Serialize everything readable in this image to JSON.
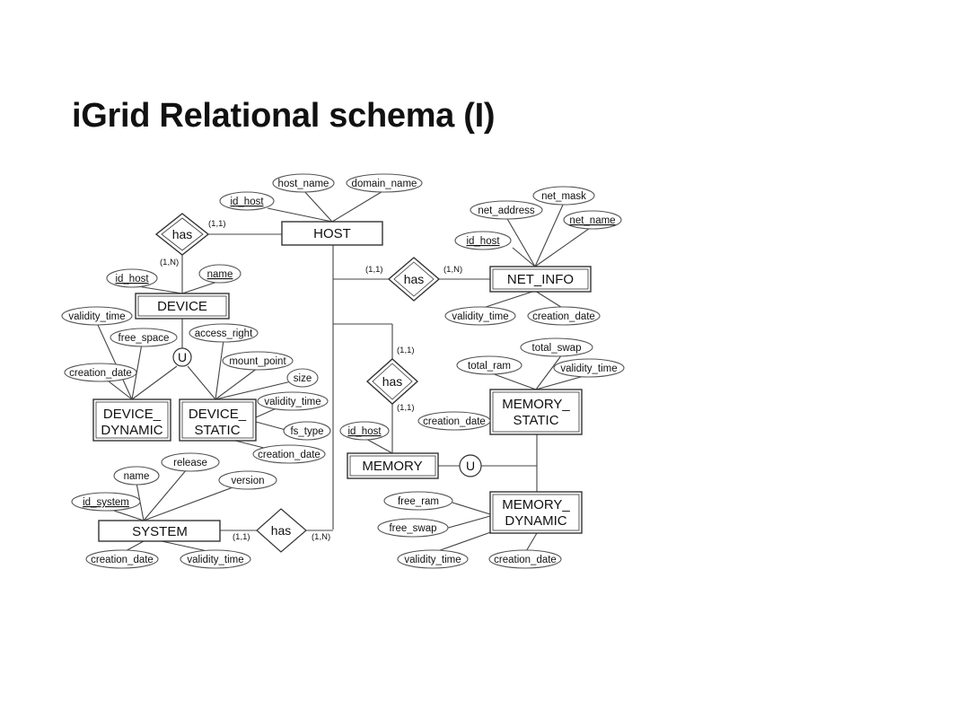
{
  "title": "iGrid Relational schema (I)",
  "entities": {
    "host": "HOST",
    "net_info": "NET_INFO",
    "device": "DEVICE",
    "device_dynamic": [
      "DEVICE_",
      "DYNAMIC"
    ],
    "device_static": [
      "DEVICE_",
      "STATIC"
    ],
    "memory_static": [
      "MEMORY_",
      "STATIC"
    ],
    "memory": "MEMORY",
    "memory_dynamic": [
      "MEMORY_",
      "DYNAMIC"
    ],
    "system": "SYSTEM"
  },
  "relationships": {
    "host_device": "has",
    "host_netinfo": "has",
    "host_memory": "has",
    "host_system": "has"
  },
  "union_symbol": "U",
  "attributes": {
    "host_name": "host_name",
    "domain_name": "domain_name",
    "host_id_host": "id_host",
    "net_mask": "net_mask",
    "net_address": "net_address",
    "net_name": "net_name",
    "net_id_host": "id_host",
    "net_validity_time": "validity_time",
    "net_creation_date": "creation_date",
    "dev_id_host": "id_host",
    "dev_name": "name",
    "dev_validity_time": "validity_time",
    "dev_free_space": "free_space",
    "dev_access_right": "access_right",
    "dev_mount_point": "mount_point",
    "dev_creation_date": "creation_date",
    "dev_size": "size",
    "dev_st_validity_time": "validity_time",
    "dev_fs_type": "fs_type",
    "dev_st_creation_date": "creation_date",
    "mem_total_swap": "total_swap",
    "mem_total_ram": "total_ram",
    "mem_validity_time": "validity_time",
    "mem_creation_date": "creation_date",
    "mem_id_host": "id_host",
    "mem_free_ram": "free_ram",
    "mem_free_swap": "free_swap",
    "mem_dyn_validity_time": "validity_time",
    "mem_dyn_creation_date": "creation_date",
    "sys_name": "name",
    "sys_release": "release",
    "sys_version": "version",
    "sys_id_system": "id_system",
    "sys_creation_date": "creation_date",
    "sys_validity_time": "validity_time"
  },
  "cardinalities": {
    "host_side_device": "(1,1)",
    "device_side": "(1,N)",
    "host_side_net": "(1,1)",
    "net_side": "(1,N)",
    "host_side_mem": "(1,1)",
    "mem_side": "(1,1)",
    "sys_side": "(1,1)",
    "host_side_sys": "(1,N)"
  }
}
